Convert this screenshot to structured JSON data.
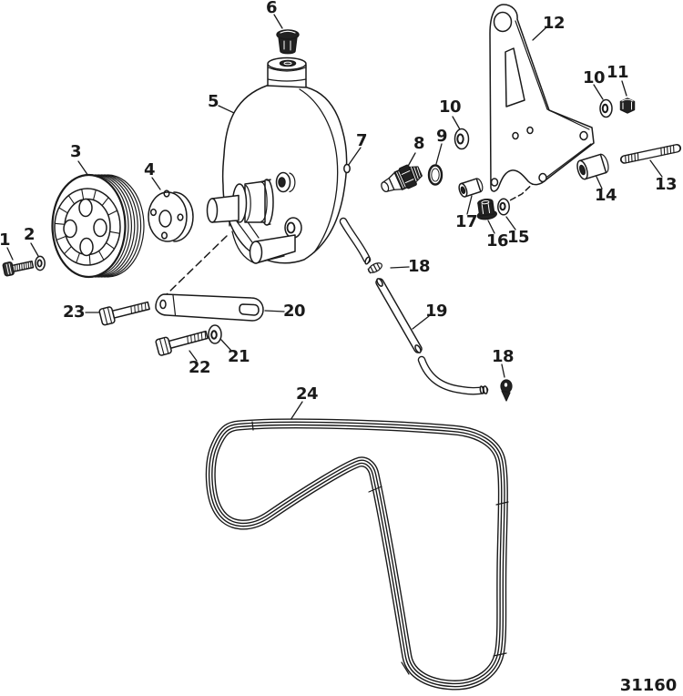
{
  "drawing": {
    "part_number": "31160",
    "colors": {
      "ink": "#1a1a1a",
      "paper": "#ffffff"
    },
    "callouts": [
      {
        "label": "1"
      },
      {
        "label": "2"
      },
      {
        "label": "3"
      },
      {
        "label": "4"
      },
      {
        "label": "5"
      },
      {
        "label": "6"
      },
      {
        "label": "7"
      },
      {
        "label": "8"
      },
      {
        "label": "9"
      },
      {
        "label": "10"
      },
      {
        "label": "10"
      },
      {
        "label": "11"
      },
      {
        "label": "12"
      },
      {
        "label": "13"
      },
      {
        "label": "14"
      },
      {
        "label": "15"
      },
      {
        "label": "16"
      },
      {
        "label": "17"
      },
      {
        "label": "18"
      },
      {
        "label": "19"
      },
      {
        "label": "18"
      },
      {
        "label": "20"
      },
      {
        "label": "21"
      },
      {
        "label": "22"
      },
      {
        "label": "23"
      },
      {
        "label": "24"
      }
    ]
  }
}
